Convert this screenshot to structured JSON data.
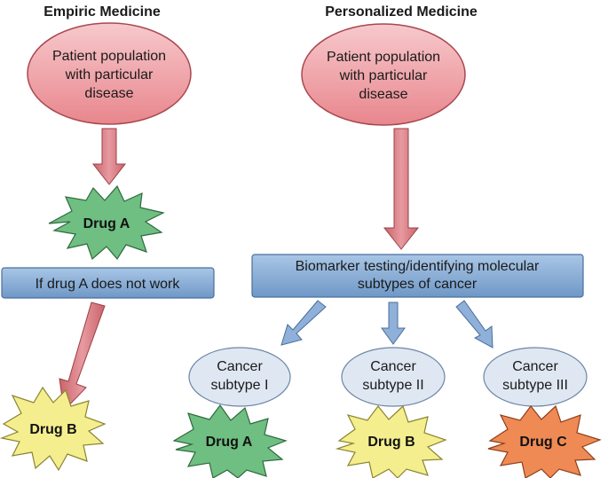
{
  "empiric": {
    "title": "Empiric Medicine",
    "population": [
      "Patient population",
      "with particular",
      "disease"
    ],
    "drug_first": "Drug A",
    "fallback": "If drug A does not work",
    "drug_second": "Drug B"
  },
  "personalized": {
    "title": "Personalized Medicine",
    "population": [
      "Patient population",
      "with particular",
      "disease"
    ],
    "biomarker": [
      "Biomarker testing/identifying molecular",
      "subtypes of cancer"
    ],
    "subtypes": [
      {
        "lines": [
          "Cancer",
          "subtype I"
        ],
        "drug": "Drug A"
      },
      {
        "lines": [
          "Cancer",
          "subtype II"
        ],
        "drug": "Drug B"
      },
      {
        "lines": [
          "Cancer",
          "subtype III"
        ],
        "drug": "Drug C"
      }
    ]
  },
  "colors": {
    "ellipse_top": "#f7c9cc",
    "ellipse_bottom": "#e8868d",
    "arrow_red": "#d9777d",
    "box_top": "#a9c6e6",
    "box_bottom": "#6f98c7",
    "arrow_blue": "#8fb0d8",
    "subtype_fill": "#dfe7f2",
    "drug_green": "#6fbe82",
    "drug_yellow": "#f4ee8e",
    "drug_orange": "#ef8a55"
  }
}
